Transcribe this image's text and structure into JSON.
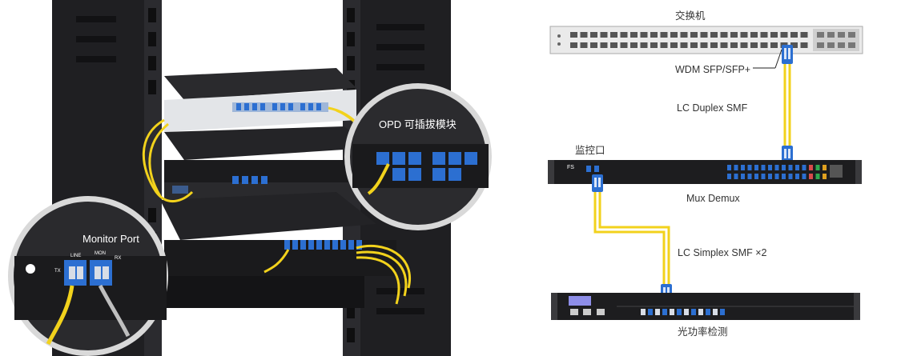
{
  "photo": {
    "callout_opd": "OPD 可插拔模块",
    "callout_monitor": "Monitor Port",
    "port_labels": {
      "tx": "TX",
      "line": "LINE",
      "mon": "MON",
      "rx": "RX"
    }
  },
  "diagram": {
    "switch_label": "交换机",
    "wdm_label": "WDM SFP/SFP+",
    "lc_duplex_label": "LC Duplex SMF",
    "monitor_label": "监控口",
    "mux_label": "Mux Demux",
    "lc_simplex_label": "LC Simplex SMF ×2",
    "opm_label": "光功率检测",
    "fs_logo": "FS"
  },
  "colors": {
    "fiber_yellow": "#f2d21c",
    "connector_blue": "#2c6fd1",
    "chassis_dark": "#1d1d1f",
    "callout_ring": "#e6e6e6",
    "line_dark": "#222222"
  }
}
